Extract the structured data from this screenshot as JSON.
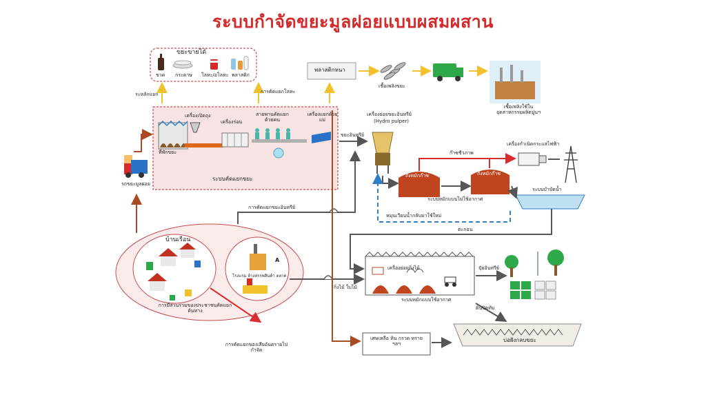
{
  "title": "ระบบกำจัดขยะมูลฝอยแบบผสมผสาน",
  "labels": {
    "recyclable_header": "ขยะขายได้",
    "bottle": "ขวด",
    "paper": "กระดาษ",
    "metal": "โลหะ/อโลหะ",
    "plastic": "พลาสติก",
    "plastic_grade": "ระหลักแยก",
    "sort_metal": "การคัดแยกโลหะ",
    "compress": "พลาสติกหนา",
    "fuel_pellet": "เชื้อเพลิงขยะ",
    "fuel_industry": "เชื้อเพลิงใช้ในอุตสาหกรรมผลิตปูนฯ",
    "bag_opener": "เครื่องเปิดถุง",
    "shredder": "เครื่องร่อน",
    "manual_sort": "สายพานคัดแยกด้วยคน",
    "magnet": "เครื่องแยกด้วยแม่",
    "receiving_pit": "ที่พักขยะ",
    "sorting_system": "ระบบคัดแยกขยะ",
    "organic_waste": "ขยะอินทรีย์",
    "hydro_pulper": "เครื่องย่อยขยะอินทรีย์",
    "hydro_pulper_en": "(Hydro pulper)",
    "biogas": "ก๊าซชีวภาพ",
    "generator": "เครื่องกำเนิดกระแสไฟฟ้า",
    "anaerobic_tank1": "ถังหมักก๊าซ",
    "anaerobic_tank2": "ถังหมักก๊าซ",
    "anaerobic_system": "ระบบหมักแบบไม่ใช้อากาศ",
    "water_treatment": "ระบบบำบัดน้ำ",
    "recycle_water": "หมุนเวียนน้ำกลับมาใช้ใหม่",
    "sludge": "ตะกอน",
    "waste_truck": "รถขยะมูลฝอย",
    "organic_sort": "การคัดแยกขยะอินทรีย์",
    "households": "บ้านเรือน",
    "commercial": "โรงแรม ห้างสรรพสินค้า ตลาด",
    "source_sorting": "การมีส่วนร่วมของประชาชนคัดแยกต้นทาง",
    "hazardous": "การคัดแยกของเสียอันตรายไปกำจัด",
    "aerobic_machine": "เครื่องย่อยกิ่งไม้",
    "branches": "กิ่งไม้ ใบไม้",
    "aerobic_system": "ระบบหมักแบบใช้อากาศ",
    "compost": "ปุ๋ยอินทรีย์",
    "soil_cover": "ดินปิดทับ",
    "residue": "เศษเหลือ หิน กรวด ทราย ฯลฯ",
    "landfill": "บ่อฝังกลบขยะ",
    "a_mark": "A"
  },
  "colors": {
    "title": "#d42a2a",
    "arrow_brown": "#a84a22",
    "arrow_yellow": "#f2c12e",
    "arrow_gray": "#555555",
    "arrow_red": "#d92c2c",
    "arrow_blue": "#2f7fc8",
    "sort_box_fill": "#f7e3e3",
    "sort_box_border": "#c94a4a",
    "tank_fill": "#c0441e",
    "water_fill": "#bfe0f0"
  }
}
